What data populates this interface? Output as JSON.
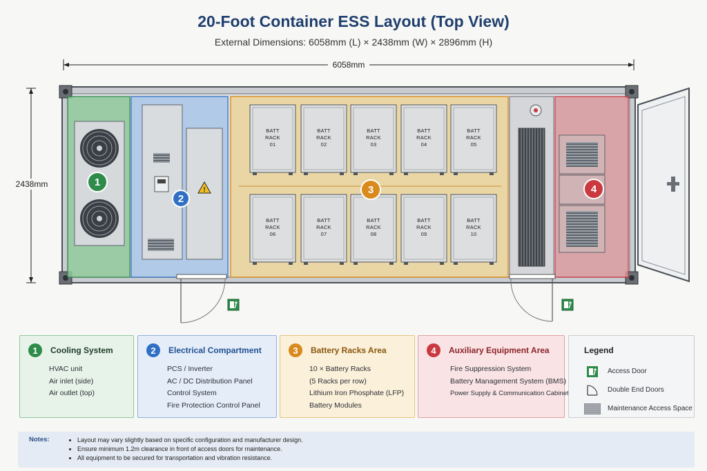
{
  "title": "20-Foot Container ESS Layout (Top View)",
  "subtitle": "External Dimensions: 6058mm (L) × 2438mm (W) × 2896mm (H)",
  "dimensions": {
    "length": "6058mm",
    "width": "2438mm"
  },
  "zone_badges": [
    "1",
    "2",
    "3",
    "4"
  ],
  "battery_racks": [
    [
      "BATT",
      "RACK",
      "01"
    ],
    [
      "BATT",
      "RACK",
      "02"
    ],
    [
      "BATT",
      "RACK",
      "03"
    ],
    [
      "BATT",
      "RACK",
      "04"
    ],
    [
      "BATT",
      "RACK",
      "05"
    ],
    [
      "BATT",
      "RACK",
      "06"
    ],
    [
      "BATT",
      "RACK",
      "07"
    ],
    [
      "BATT",
      "RACK",
      "08"
    ],
    [
      "BATT",
      "RACK",
      "09"
    ],
    [
      "BATT",
      "RACK",
      "10"
    ]
  ],
  "colors": {
    "cooling": "#2e8b4a",
    "electrical": "#2f6fc4",
    "battery": "#d98a1c",
    "auxiliary": "#c9393f",
    "title": "#1f3f6e"
  },
  "cards": [
    {
      "num": "1",
      "title": "Cooling System",
      "items": [
        "HVAC unit",
        "Air inlet (side)",
        "Air outlet (top)"
      ]
    },
    {
      "num": "2",
      "title": "Electrical Compartment",
      "items": [
        "PCS / Inverter",
        "AC / DC Distribution Panel",
        "Control System",
        "Fire Protection Control Panel"
      ]
    },
    {
      "num": "3",
      "title": "Battery Racks Area",
      "items": [
        "10 × Battery Racks",
        "(5 Racks per row)",
        "Lithium Iron Phosphate (LFP)",
        "Battery Modules"
      ]
    },
    {
      "num": "4",
      "title": "Auxiliary Equipment Area",
      "items": [
        "Fire Suppression System",
        "Battery Management System (BMS)",
        "Power Supply & Communication Cabinet"
      ]
    }
  ],
  "legend": {
    "title": "Legend",
    "items": [
      {
        "icon": "exit-sign-icon",
        "label": "Access Door"
      },
      {
        "icon": "door-swing-icon",
        "label": "Double End Doors"
      },
      {
        "icon": "maintenance-hatch-icon",
        "label": "Maintenance Access Space"
      }
    ]
  },
  "notes": {
    "label": "Notes:",
    "items": [
      "Layout may vary slightly based on specific configuration and manufacturer design.",
      "Ensure minimum 1.2m clearance in front of access doors for maintenance.",
      "All equipment to be secured for transportation and vibration resistance."
    ]
  }
}
